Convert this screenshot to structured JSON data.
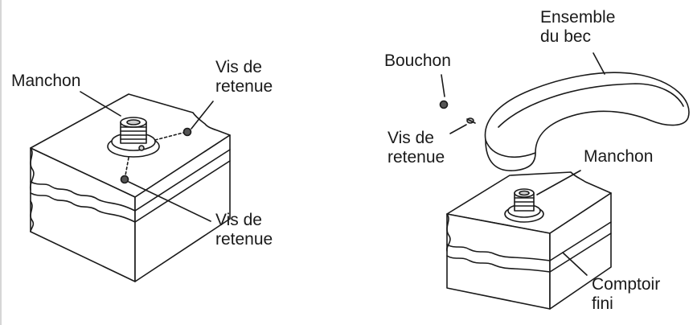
{
  "left_figure": {
    "label_manchon": "Manchon",
    "label_vis_top": [
      "Vis de",
      "retenue"
    ],
    "label_vis_bottom": [
      "Vis de",
      "retenue"
    ]
  },
  "right_figure": {
    "label_ensemble": [
      "Ensemble",
      "du bec"
    ],
    "label_bouchon": "Bouchon",
    "label_vis": [
      "Vis de",
      "retenue"
    ],
    "label_manchon": "Manchon",
    "label_comptoir": [
      "Comptoir",
      "fini"
    ]
  },
  "colors": {
    "line": "#1a1a1a",
    "fill": "#ffffff",
    "shade": "#cfcfcf"
  }
}
